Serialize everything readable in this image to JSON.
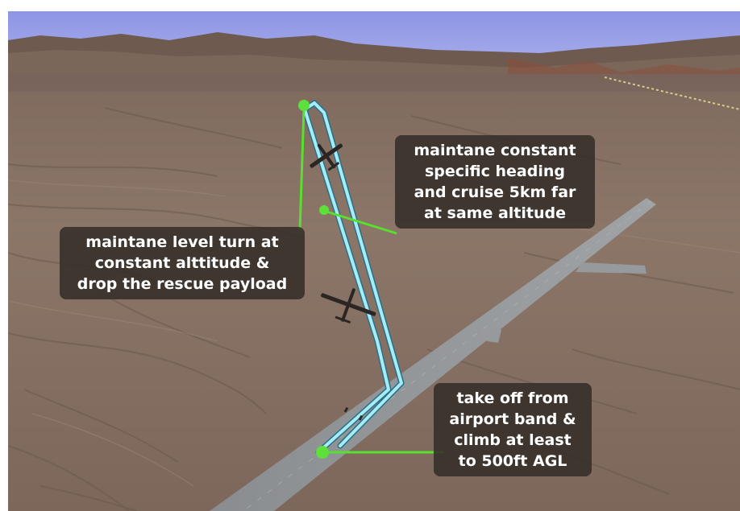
{
  "annotations": {
    "cruise": [
      "maintane constant",
      "specific heading",
      "and cruise 5km far",
      "at same altitude"
    ],
    "turn": [
      "maintane level turn at",
      "constant  alttitude &",
      "drop the rescue payload"
    ],
    "takeoff": [
      "take off from",
      "airport band &",
      "climb at least",
      "to 500ft AGL"
    ]
  },
  "colors": {
    "sky": "#9aa0e6",
    "terrain": "#8a7566",
    "runway": "#8e9193",
    "flight_path": "#9fe6f2",
    "waypoint": "#5ee03a",
    "label_bg": "#322c26"
  },
  "icons": [
    "aircraft-icon",
    "aircraft-icon",
    "waypoint-marker"
  ]
}
